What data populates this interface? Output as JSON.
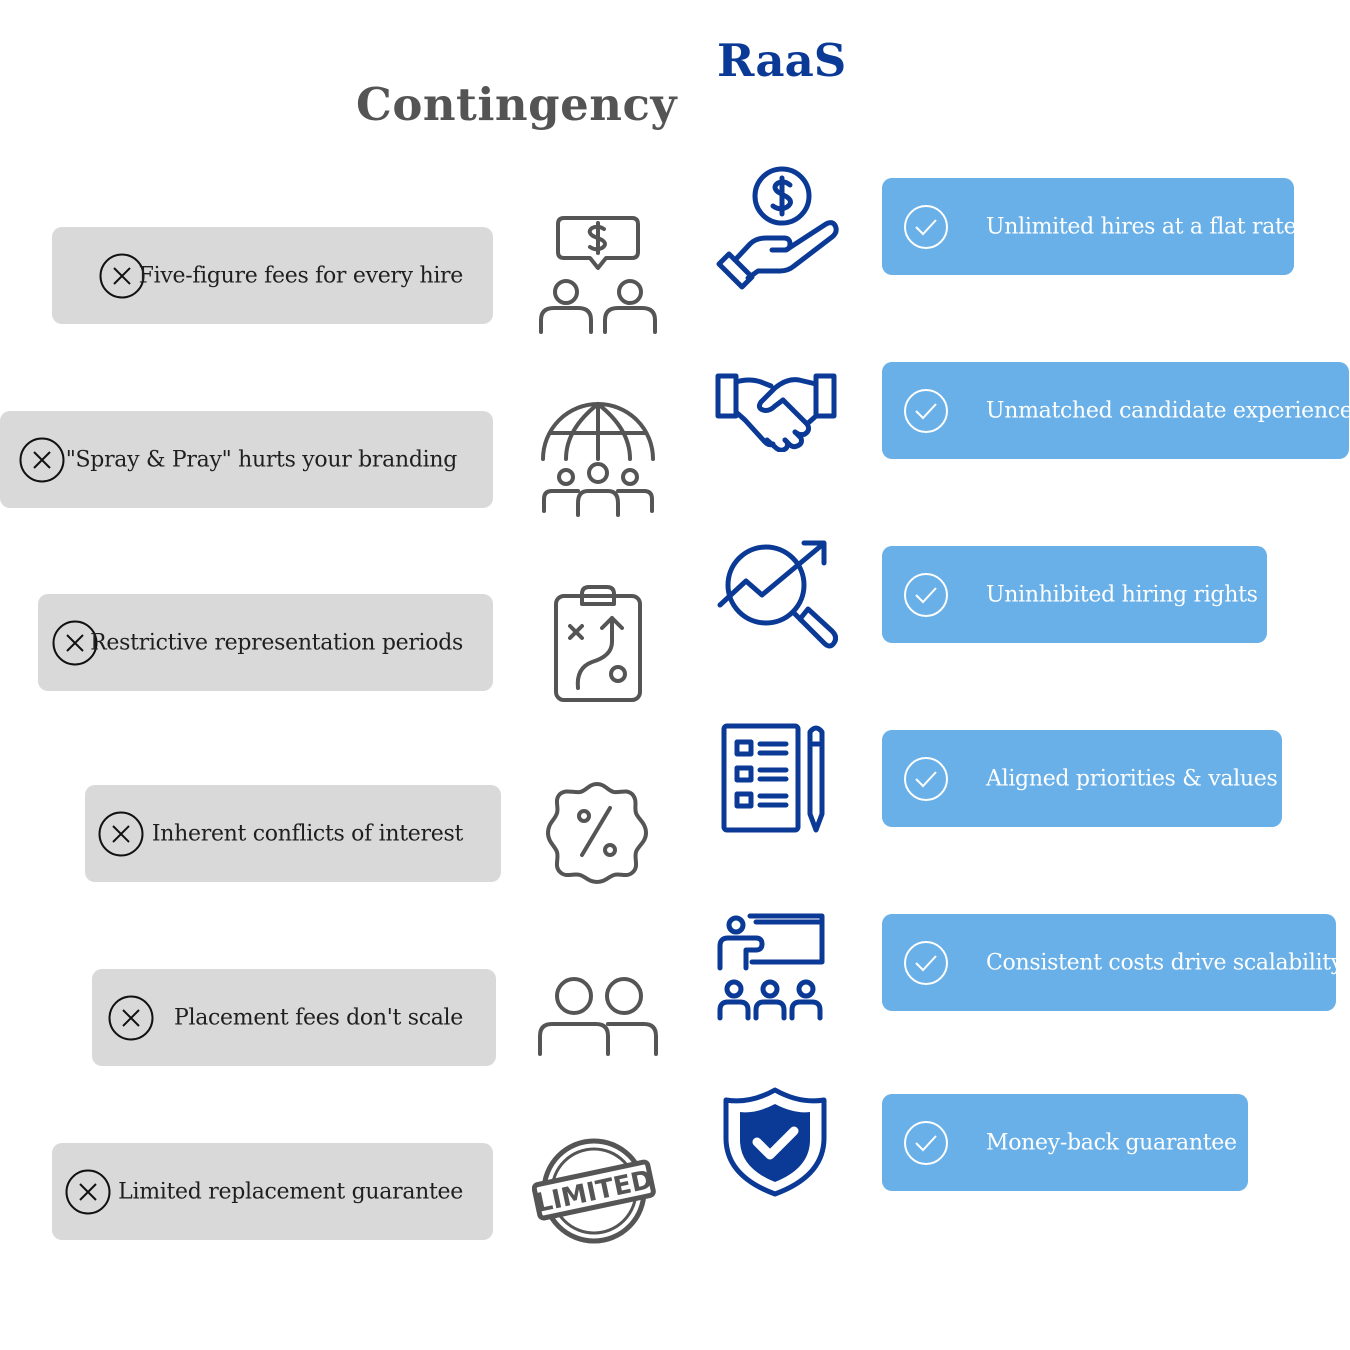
{
  "headers": {
    "contingency": "Contingency",
    "raas": "RaaS"
  },
  "colors": {
    "contingency_text": "#545454",
    "raas_text": "#0b3a96",
    "contingency_pill": "#d9d9d9",
    "raas_pill": "#69b0e8",
    "contingency_icon": "#555555",
    "raas_icon": "#0b3a96"
  },
  "contingency_items": [
    {
      "label": "Five-figure fees for every hire",
      "icon": "money-chat-people-icon"
    },
    {
      "label": "\"Spray & Pray\" hurts your branding",
      "icon": "globe-people-icon"
    },
    {
      "label": "Restrictive representation periods",
      "icon": "clipboard-strategy-icon"
    },
    {
      "label": "Inherent conflicts of interest",
      "icon": "percent-badge-icon"
    },
    {
      "label": "Placement fees don't scale",
      "icon": "two-people-icon"
    },
    {
      "label": "Limited replacement guarantee",
      "icon": "limited-stamp-icon",
      "stamp_text": "LIMITED"
    }
  ],
  "raas_items": [
    {
      "label": "Unlimited hires at a flat rate",
      "icon": "hand-coin-icon"
    },
    {
      "label": "Unmatched candidate experiences",
      "icon": "handshake-icon"
    },
    {
      "label": "Uninhibited hiring rights",
      "icon": "magnify-growth-icon"
    },
    {
      "label": "Aligned priorities & values",
      "icon": "checklist-pencil-icon"
    },
    {
      "label": "Consistent costs drive scalability",
      "icon": "presentation-audience-icon"
    },
    {
      "label": "Money-back guarantee",
      "icon": "shield-check-icon"
    }
  ]
}
